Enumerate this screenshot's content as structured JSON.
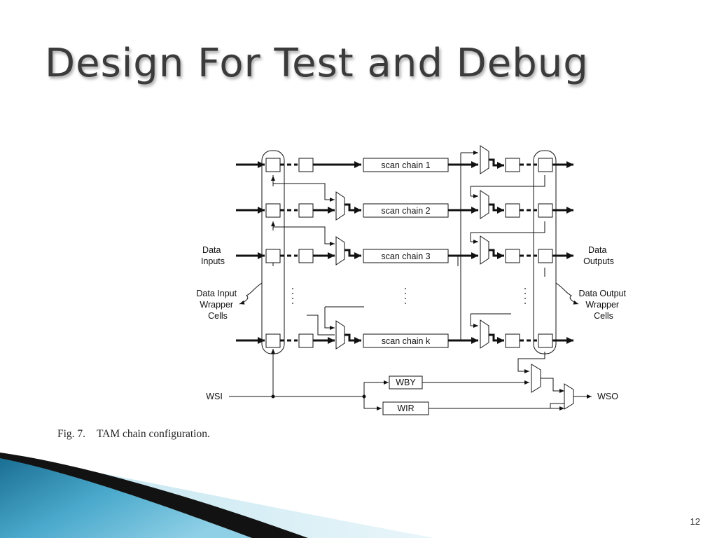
{
  "slide": {
    "title": "Design For Test and Debug",
    "page_number": "12"
  },
  "figure": {
    "caption_number": "Fig. 7.",
    "caption_text": "TAM chain configuration.",
    "scan_chains": [
      "scan chain 1",
      "scan chain 2",
      "scan chain 3",
      "scan chain k"
    ],
    "data_inputs_label": [
      "Data",
      "Inputs"
    ],
    "data_outputs_label": [
      "Data",
      "Outputs"
    ],
    "input_wrapper_label": [
      "Data Input",
      "Wrapper",
      "Cells"
    ],
    "output_wrapper_label": [
      "Data Output",
      "Wrapper",
      "Cells"
    ],
    "wsi_label": "WSI",
    "wso_label": "WSO",
    "wby_label": "WBY",
    "wir_label": "WIR"
  }
}
